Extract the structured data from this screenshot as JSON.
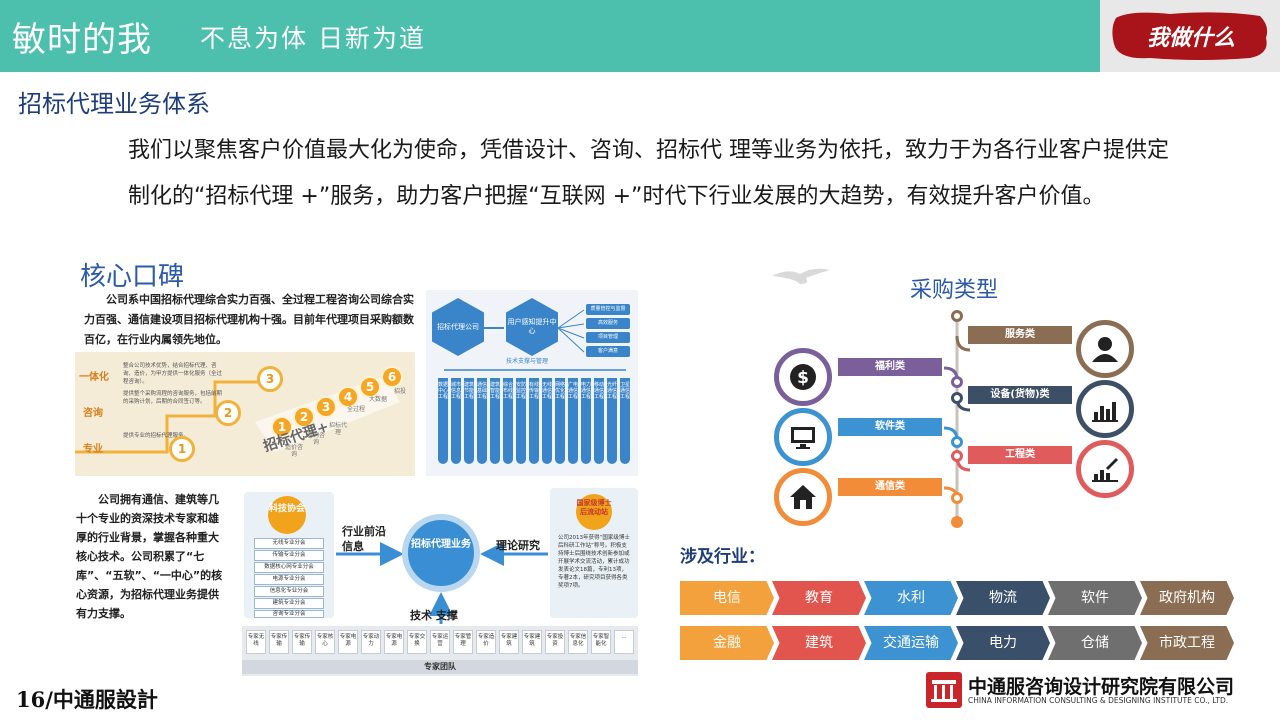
{
  "header": {
    "title": "敏时的我",
    "slogan": "不息为体  日新为道",
    "seal_text": "我做什么"
  },
  "section_title": "招标代理业务体系",
  "intro": "我们以聚焦客户价值最大化为使命，凭借设计、咨询、招标代 理等业务为依托，致力于为各行业客户提供定制化的“招标代理 +”服务，助力客户把握“互联网 +”时代下行业发展的大趋势，有效提升客户价值。",
  "reputation": {
    "title": "核心口碑",
    "description": "公司系中国招标代理综合实力百强、全过程工程咨询公司综合实力百强、通信建设项目招标代理机构十强。目前年代理项目采购额数百亿，在行业内属领先地位。",
    "stairs": {
      "levels": [
        {
          "label": "一体化",
          "text": "整合公司技术优势，结合招标代理、咨询、造价，为甲方提供一体化服务（全过程咨询）。",
          "num": "3"
        },
        {
          "label": "咨询",
          "text": "提供整个采购流程的咨询服务，包括前期的采购计划，后期的合同签订等。",
          "num": "2"
        },
        {
          "label": "专业",
          "text": "提供专业的招标代理服务。",
          "num": "1"
        }
      ],
      "coins": [
        "1",
        "2",
        "3",
        "4",
        "5",
        "6"
      ],
      "coin_labels": [
        "造价咨询",
        "咨询咨询",
        "招标代理",
        "全过程",
        "大数据",
        "招投"
      ],
      "main_label": "招标代理+"
    },
    "tech": {
      "hex_left": "招标代理公司",
      "hex_right": "用户感知提升中心",
      "side_items": [
        "质量管控与监督",
        "高效服务",
        "项目管理",
        "客户满意"
      ],
      "mid_label": "技术支撑与管理",
      "columns": [
        "数据中心工程",
        "城市信息工程",
        "建筑节能工程",
        "通信基础工程",
        "建筑智能工程",
        "综合布线工程",
        "安防监控工程",
        "有线传输工程",
        "无线通信工程",
        "网络优化工程",
        "广电通信工程",
        "电力通信工程",
        "移动通信工程",
        "光纤通信工程",
        "卫星通信工程"
      ]
    }
  },
  "support": {
    "description": "公司拥有通信、建筑等几十个专业的资深技术专家和雄厚的行业背景，掌握各种重大核心技术。公司积累了“七库”、“五软”、“一中心”的核心资源，为招标代理业务提供有力支撑。",
    "sci_badge": "科技协会",
    "sci_items": [
      "无线专业分会",
      "传输专业分会",
      "数据核心网专业分会",
      "电源专业分会",
      "信息化专业分会",
      "建筑专业分会",
      "咨询专业分会"
    ],
    "center": "招标代理业务",
    "left_arrow": "行业前沿信息",
    "right_arrow": "理论研究",
    "bottom_arrow": "技术  支撑",
    "lab_badge": "国家级博士后流动站",
    "lab_text": "公司2013年获得“国家级博士后科研工作站”称号。积极支持博士后围绕技术创新参加或开展学术交流活动，累计成功发表论文18篇，专利13项，专著2本，研究项目获得各类奖项7项。",
    "experts": [
      "专家无线",
      "专家传输",
      "专家传输",
      "专家核心",
      "专家电源",
      "专家动力",
      "专家电源",
      "专家交换",
      "专家运营",
      "专家管理",
      "专家造价",
      "专家建筑",
      "专家建筑",
      "专家投资",
      "专家信息化",
      "专家智能化",
      "..."
    ],
    "expert_team": "专家团队"
  },
  "purchase": {
    "title": "采购类型",
    "types": [
      {
        "label": "服务类",
        "color": "#8a6d53",
        "icon": "person-icon"
      },
      {
        "label": "福利类",
        "color": "#7a5f9a",
        "icon": "dollar-icon"
      },
      {
        "label": "设备(货物)类",
        "color": "#3d4f67",
        "icon": "chart-icon"
      },
      {
        "label": "软件类",
        "color": "#3b93d2",
        "icon": "monitor-icon"
      },
      {
        "label": "工程类",
        "color": "#e05b5b",
        "icon": "tools-icon"
      },
      {
        "label": "通信类",
        "color": "#f28c38",
        "icon": "house-icon"
      }
    ]
  },
  "sectors": {
    "title": "涉及行业：",
    "row1": [
      {
        "label": "电信",
        "color": "#f3a13c"
      },
      {
        "label": "教育",
        "color": "#e2554f"
      },
      {
        "label": "水利",
        "color": "#3d93d1"
      },
      {
        "label": "物流",
        "color": "#3a4f69"
      },
      {
        "label": "软件",
        "color": "#6f6f6f"
      },
      {
        "label": "政府机构",
        "color": "#8a6d53"
      }
    ],
    "row2": [
      {
        "label": "金融",
        "color": "#f3a13c"
      },
      {
        "label": "建筑",
        "color": "#e2554f"
      },
      {
        "label": "交通运输",
        "color": "#3d93d1"
      },
      {
        "label": "电力",
        "color": "#3a4f69"
      },
      {
        "label": "仓储",
        "color": "#6f6f6f"
      },
      {
        "label": "市政工程",
        "color": "#8a6d53"
      }
    ]
  },
  "footer": {
    "page": "16/中通服設計",
    "company_cn": "中通服咨询设计研究院有限公司",
    "company_en": "CHINA INFORMATION CONSULTING & DESIGNING INSTITUTE CO., LTD."
  }
}
